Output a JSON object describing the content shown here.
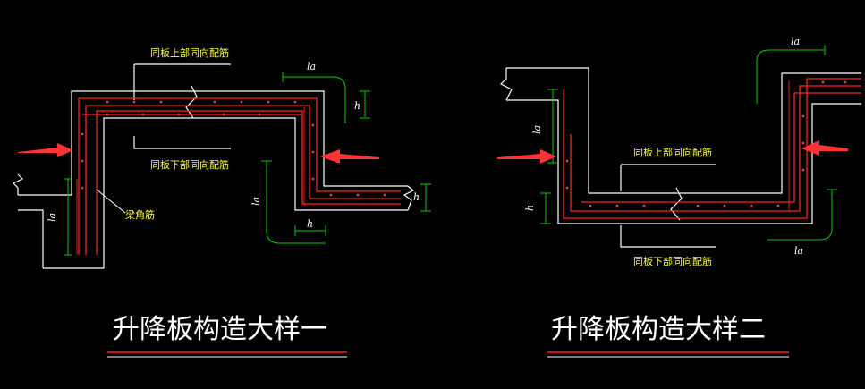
{
  "colors": {
    "background": "#000000",
    "outline": "#ffffff",
    "rebar": "#ff2020",
    "dimension": "#00cc00",
    "note_text": "#ffff33",
    "arrow": "#ff3333"
  },
  "detail_1": {
    "title": "升降板构造大样一",
    "top_bar_note": "同板上部同向配筋",
    "bottom_bar_note": "同板下部同向配筋",
    "beam_corner_note": "梁角筋",
    "dim_la_left": "la",
    "dim_la_top": "la",
    "dim_la_right": "la",
    "dim_h_top": "h",
    "dim_h_bottom": "h",
    "dim_h_right": "h"
  },
  "detail_2": {
    "title": "升降板构造大样二",
    "top_bar_note": "同板上部同向配筋",
    "bottom_bar_note": "同板下部同向配筋",
    "dim_la_left": "la",
    "dim_la_top": "la",
    "dim_la_bottom": "la",
    "dim_h_left": "h"
  }
}
